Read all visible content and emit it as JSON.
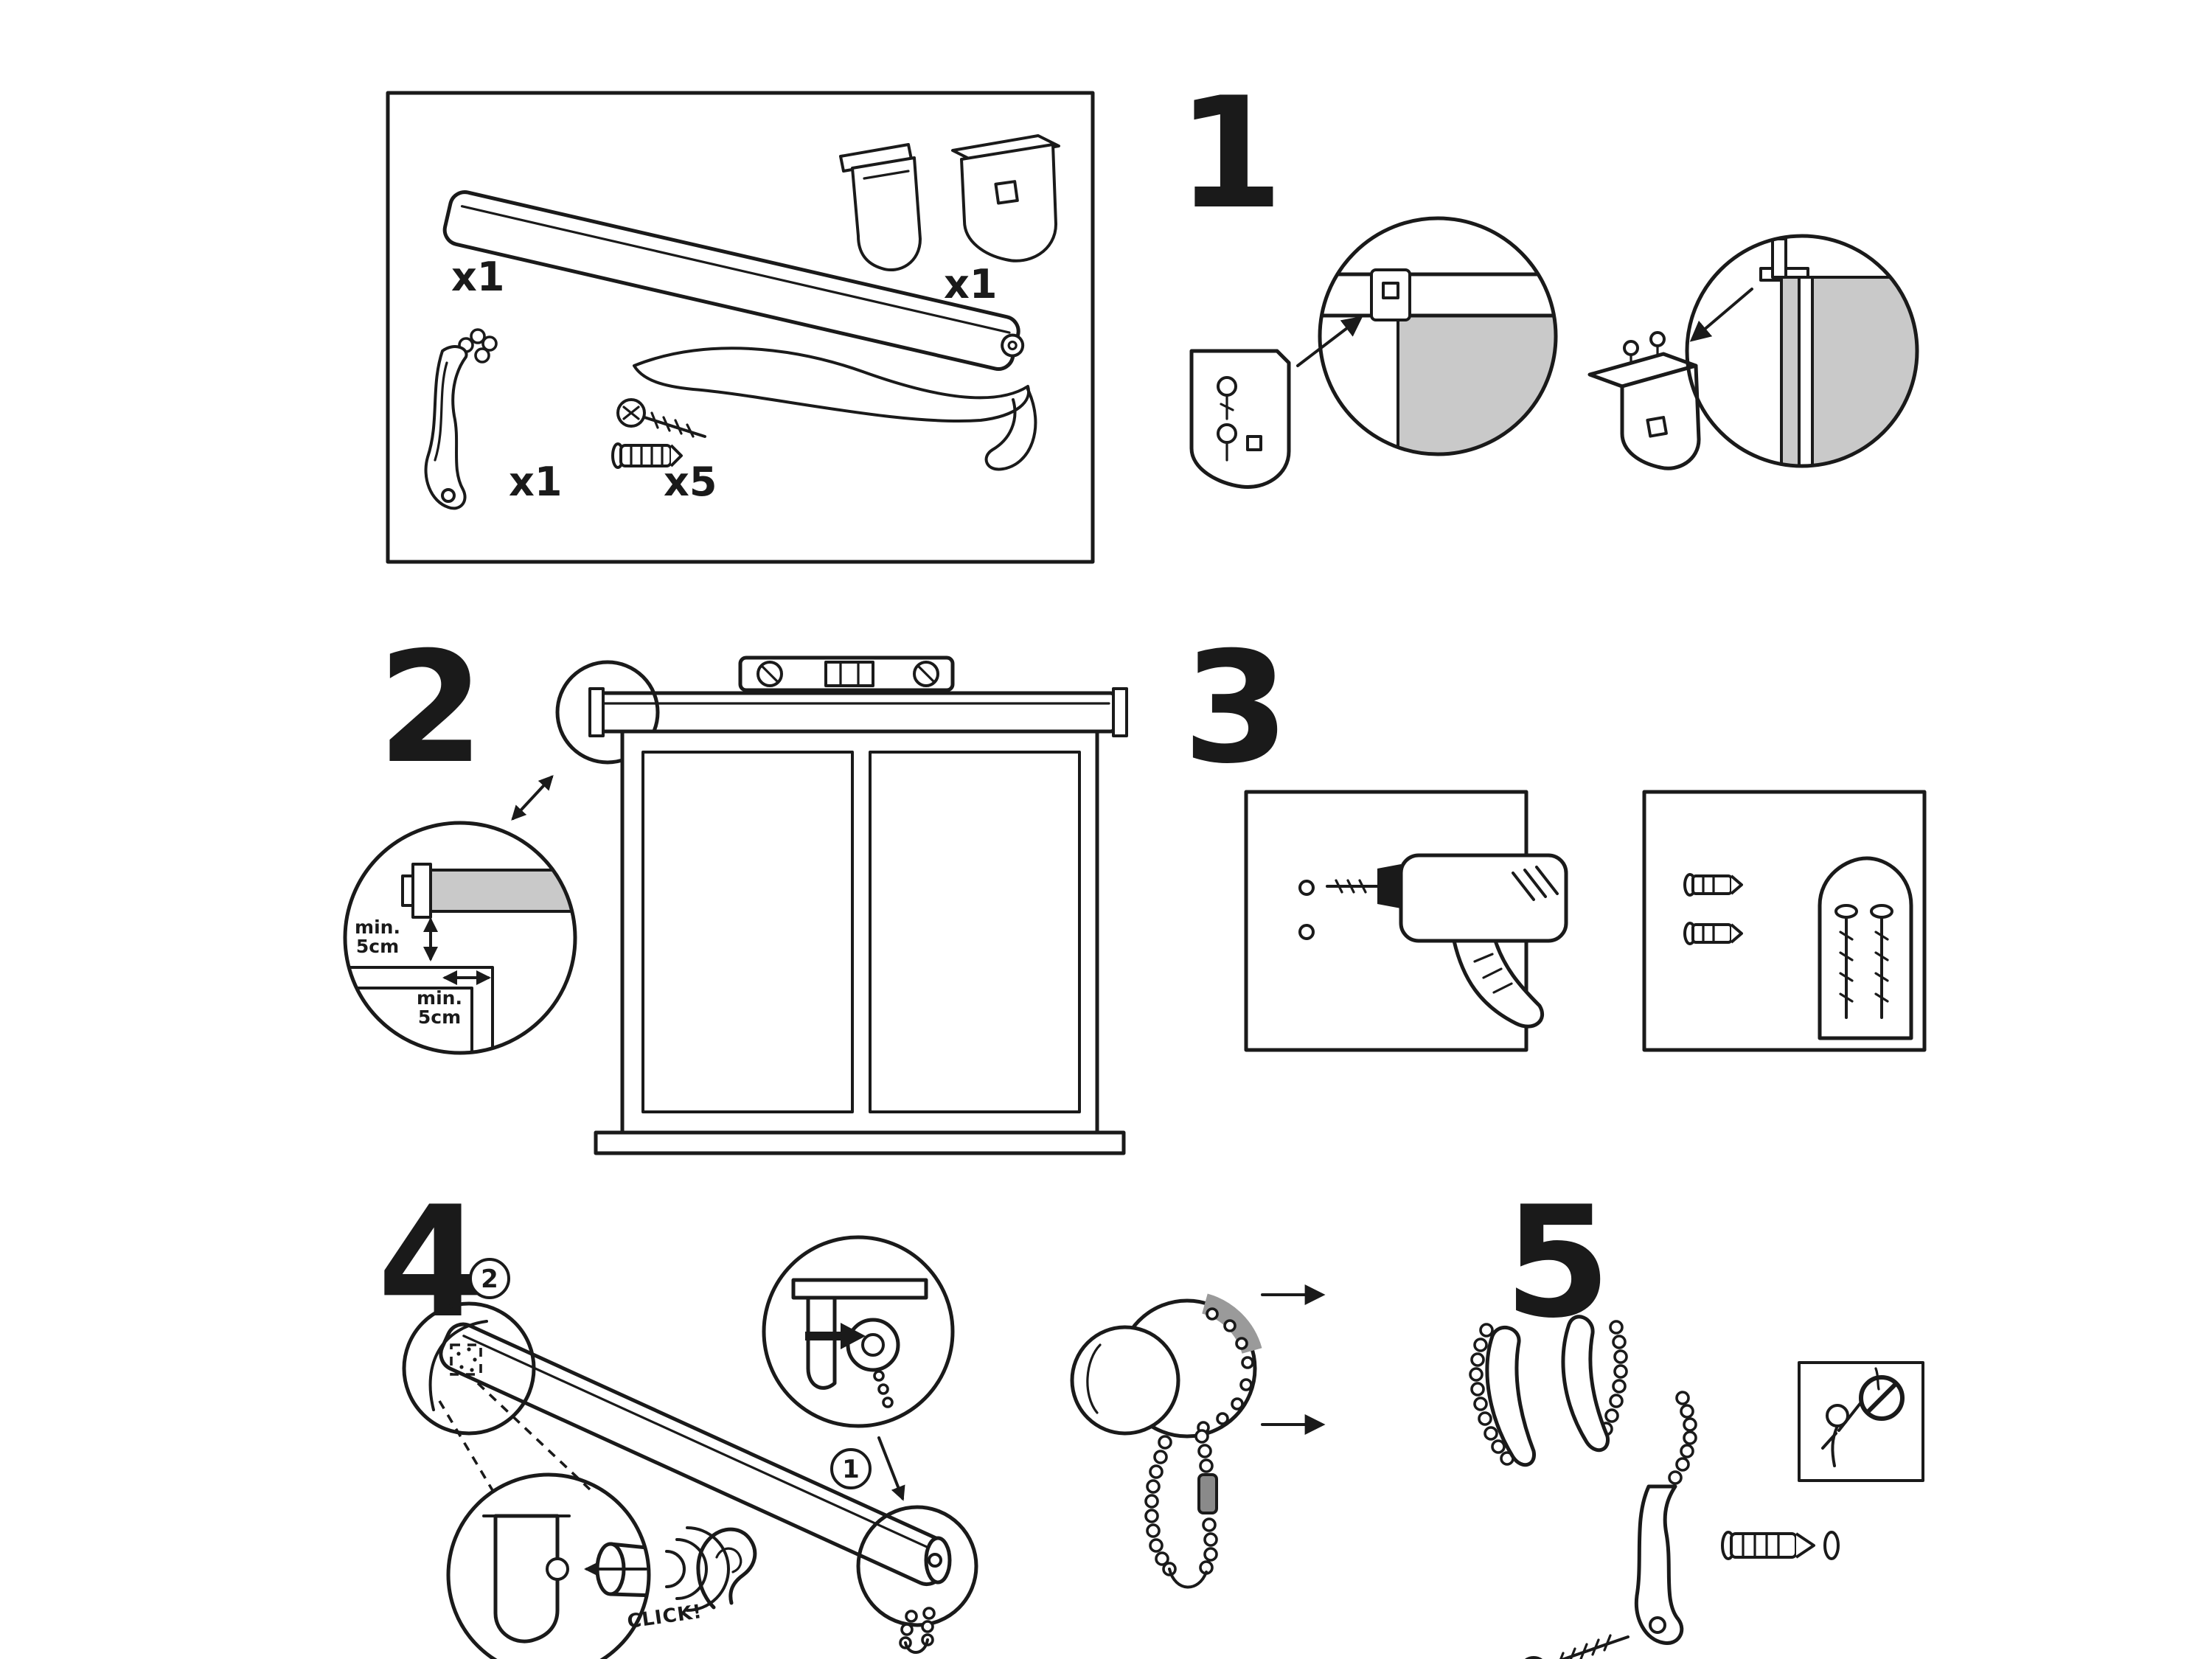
{
  "colors": {
    "line": "#1a1a1a",
    "shade": "#c9c9c9",
    "shade_dark": "#9a9a9a",
    "background": "#ffffff"
  },
  "kit_box": {
    "roller_qty": "x1",
    "bracket_qty": "x1",
    "tensioner_qty": "x1",
    "screws_qty": "x5"
  },
  "steps": {
    "step1": {
      "number": "1"
    },
    "step2": {
      "number": "2",
      "min_label": "min.",
      "cm_label": "5cm"
    },
    "step3": {
      "number": "3"
    },
    "step4": {
      "number": "4",
      "click_label": "CLICK!",
      "marker_insert": "1",
      "marker_hole": "2"
    },
    "step5": {
      "number": "5"
    }
  }
}
